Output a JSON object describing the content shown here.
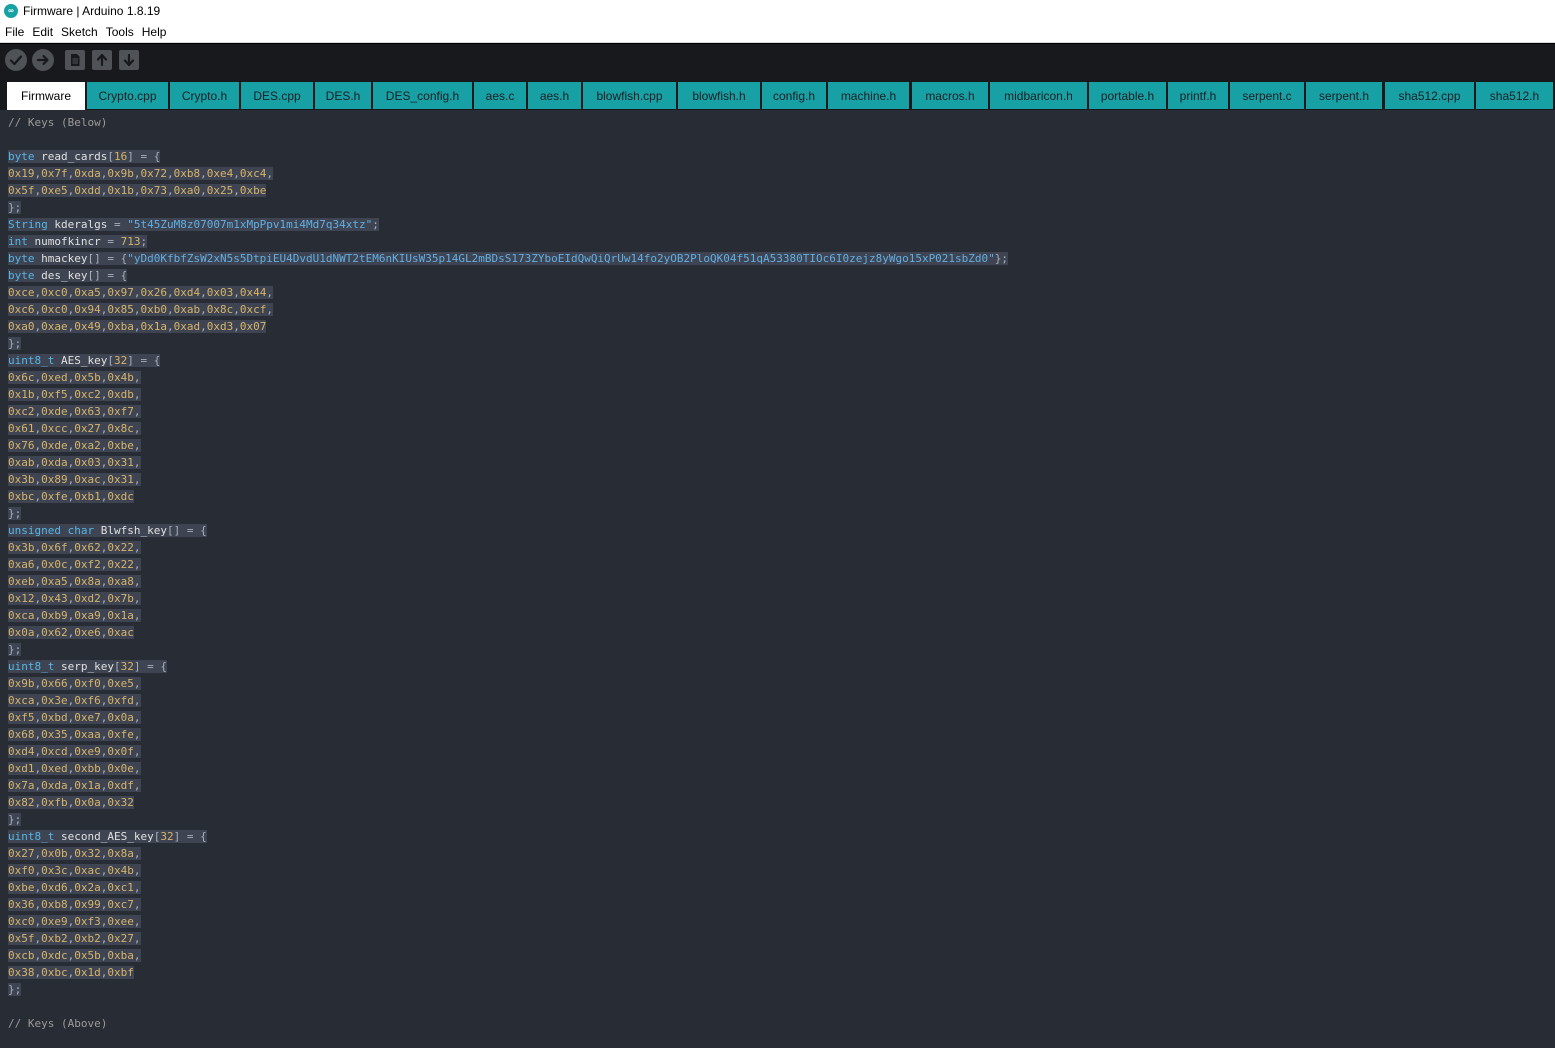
{
  "window": {
    "title": "Firmware | Arduino 1.8.19"
  },
  "menu": [
    "File",
    "Edit",
    "Sketch",
    "Tools",
    "Help"
  ],
  "toolbar": [
    {
      "name": "verify-button",
      "icon": "check-icon"
    },
    {
      "name": "upload-button",
      "icon": "arrow-right-icon"
    },
    {
      "name": "new-button",
      "icon": "new-file-icon"
    },
    {
      "name": "open-button",
      "icon": "arrow-up-icon"
    },
    {
      "name": "save-button",
      "icon": "arrow-down-icon"
    }
  ],
  "tabs": [
    "Firmware",
    "Crypto.cpp",
    "Crypto.h",
    "DES.cpp",
    "DES.h",
    "DES_config.h",
    "aes.c",
    "aes.h",
    "blowfish.cpp",
    "blowfish.h",
    "config.h",
    "machine.h",
    "macros.h",
    "midbaricon.h",
    "portable.h",
    "printf.h",
    "serpent.c",
    "serpent.h",
    "sha512.cpp",
    "sha512.h"
  ],
  "active_tab": "Firmware",
  "code": [
    "// Keys (Below)",
    "",
    "byte read_cards[16] = {",
    "0x19,0x7f,0xda,0x9b,0x72,0xb8,0xe4,0xc4,",
    "0x5f,0xe5,0xdd,0x1b,0x73,0xa0,0x25,0xbe",
    "};",
    "String kderalgs = \"5t45ZuM8z07007m1xMpPpv1mi4Md7q34xtz\";",
    "int numofkincr = 713;",
    "byte hmackey[] = {\"yDd0KfbfZsW2xN5s5DtpiEU4DvdU1dNWT2tEM6nKIUsW35p14GL2mBDsS173ZYboEIdQwQiQrUw14fo2yOB2PloQK04f51qA53380TIOc6I0zejz8yWgo15xP021sbZd0\"};",
    "byte des_key[] = {",
    "0xce,0xc0,0xa5,0x97,0x26,0xd4,0x03,0x44,",
    "0xc6,0xc0,0x94,0x85,0xb0,0xab,0x8c,0xcf,",
    "0xa0,0xae,0x49,0xba,0x1a,0xad,0xd3,0x07",
    "};",
    "uint8_t AES_key[32] = {",
    "0x6c,0xed,0x5b,0x4b,",
    "0x1b,0xf5,0xc2,0xdb,",
    "0xc2,0xde,0x63,0xf7,",
    "0x61,0xcc,0x27,0x8c,",
    "0x76,0xde,0xa2,0xbe,",
    "0xab,0xda,0x03,0x31,",
    "0x3b,0x89,0xac,0x31,",
    "0xbc,0xfe,0xb1,0xdc",
    "};",
    "unsigned char Blwfsh_key[] = {",
    "0x3b,0x6f,0x62,0x22,",
    "0xa6,0x0c,0xf2,0x22,",
    "0xeb,0xa5,0x8a,0xa8,",
    "0x12,0x43,0xd2,0x7b,",
    "0xca,0xb9,0xa9,0x1a,",
    "0x0a,0x62,0xe6,0xac",
    "};",
    "uint8_t serp_key[32] = {",
    "0x9b,0x66,0xf0,0xe5,",
    "0xca,0x3e,0xf6,0xfd,",
    "0xf5,0xbd,0xe7,0x0a,",
    "0x68,0x35,0xaa,0xfe,",
    "0xd4,0xcd,0xe9,0x0f,",
    "0xd1,0xed,0xbb,0x0e,",
    "0x7a,0xda,0x1a,0xdf,",
    "0x82,0xfb,0x0a,0x32",
    "};",
    "uint8_t second_AES_key[32] = {",
    "0x27,0x0b,0x32,0x8a,",
    "0xf0,0x3c,0xac,0x4b,",
    "0xbe,0xd6,0x2a,0xc1,",
    "0x36,0xb8,0x99,0xc7,",
    "0xc0,0xe9,0xf3,0xee,",
    "0x5f,0xb2,0xb2,0x27,",
    "0xcb,0xdc,0x5b,0xba,",
    "0x38,0xbc,0x1d,0xbf",
    "};",
    "",
    "// Keys (Above)"
  ],
  "colors": {
    "accent_tab": "#17a1a5",
    "editor_bg": "#282c34",
    "toolbar_bg": "#17191d",
    "selection": "#3e4451"
  }
}
